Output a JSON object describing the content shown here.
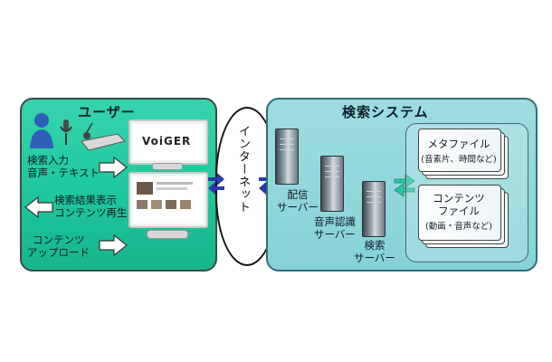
{
  "user_panel": {
    "title": "ユーザー",
    "labels": {
      "search_input_line1": "検索入力",
      "search_input_line2": "音声・テキスト",
      "results_line1": "検索結果表示",
      "results_line2": "コンテンツ再生",
      "upload_line1": "コンテンツ",
      "upload_line2": "アップロード"
    },
    "logo_text": "VoiGER"
  },
  "internet": {
    "label": "インターネット"
  },
  "system_panel": {
    "title": "検索システム",
    "servers": {
      "distribution_line1": "配信",
      "distribution_line2": "サーバー",
      "speech_line1": "音声認識",
      "speech_line2": "サーバー",
      "search_line1": "検索",
      "search_line2": "サーバー"
    },
    "meta_file": {
      "title": "メタファイル",
      "detail": "(音素片、時間など)"
    },
    "content_file": {
      "title_line1": "コンテンツ",
      "title_line2": "ファイル",
      "detail": "(動画・音声など)"
    }
  },
  "colors": {
    "user_panel": "#1ec79c",
    "system_panel": "#8fd6da",
    "arrow_blue": "#2a3aa8",
    "arrow_green": "#2cc5a0"
  }
}
